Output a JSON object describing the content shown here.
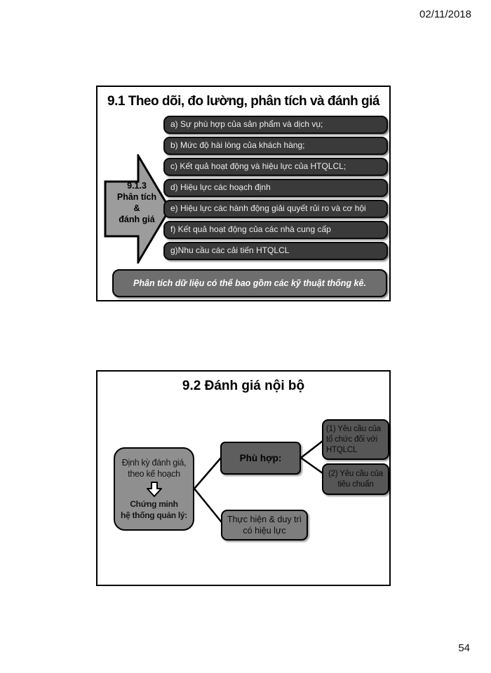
{
  "page": {
    "date": "02/11/2018",
    "page_number": "54"
  },
  "slide1": {
    "title": "9.1 Theo dõi, đo lường, phân tích và đánh giá",
    "arrow": {
      "line1": "9.1.3",
      "line2": "Phân tích",
      "line3": "&",
      "line4": "đánh giá"
    },
    "items": [
      "a) Sự phù hợp của sản phẩm và dịch vụ;",
      "b) Mức độ hài lòng của khách hàng;",
      "c) Kết quả hoạt động và hiệu lực của HTQLCL;",
      "d) Hiệu lực các hoạch định",
      "e) Hiệu lực các hành động giải quyết rủi ro và cơ hội",
      "f) Kết quả hoạt động của các nhà cung cấp",
      "g)Nhu cầu các cải tiến HTQLCL"
    ],
    "note": "Phân tích dữ liệu có thể bao gồm các kỹ thuật thống kê."
  },
  "slide2": {
    "title": "9.2 Đánh giá nội bộ",
    "periodic_box": {
      "line1": "Định kỳ đánh giá,",
      "line2": "theo kế hoạch",
      "line3": "Chứng minh",
      "line4": "hệ thống quản lý:"
    },
    "conform_box": "Phù hợp:",
    "implement_box": {
      "line1": "Thực hiện & duy trì",
      "line2": "có hiệu lực"
    },
    "req_org_box": {
      "line1": "(1) Yêu cầu của",
      "line2": "tổ chức đối với",
      "line3": "HTQLCL"
    },
    "req_std_box": {
      "line1": "(2) Yêu cầu của",
      "line2": "tiêu chuẩn"
    }
  },
  "colors": {
    "item_box": "#3a3a3a",
    "note_box": "#6e6e6e",
    "arrow_fill": "#9c9c9c",
    "periodic_box": "#8f8f8f",
    "conform_box": "#5e5e5e",
    "req_box": "#565656",
    "implement_box": "#7d7d7d",
    "border": "#000000"
  }
}
